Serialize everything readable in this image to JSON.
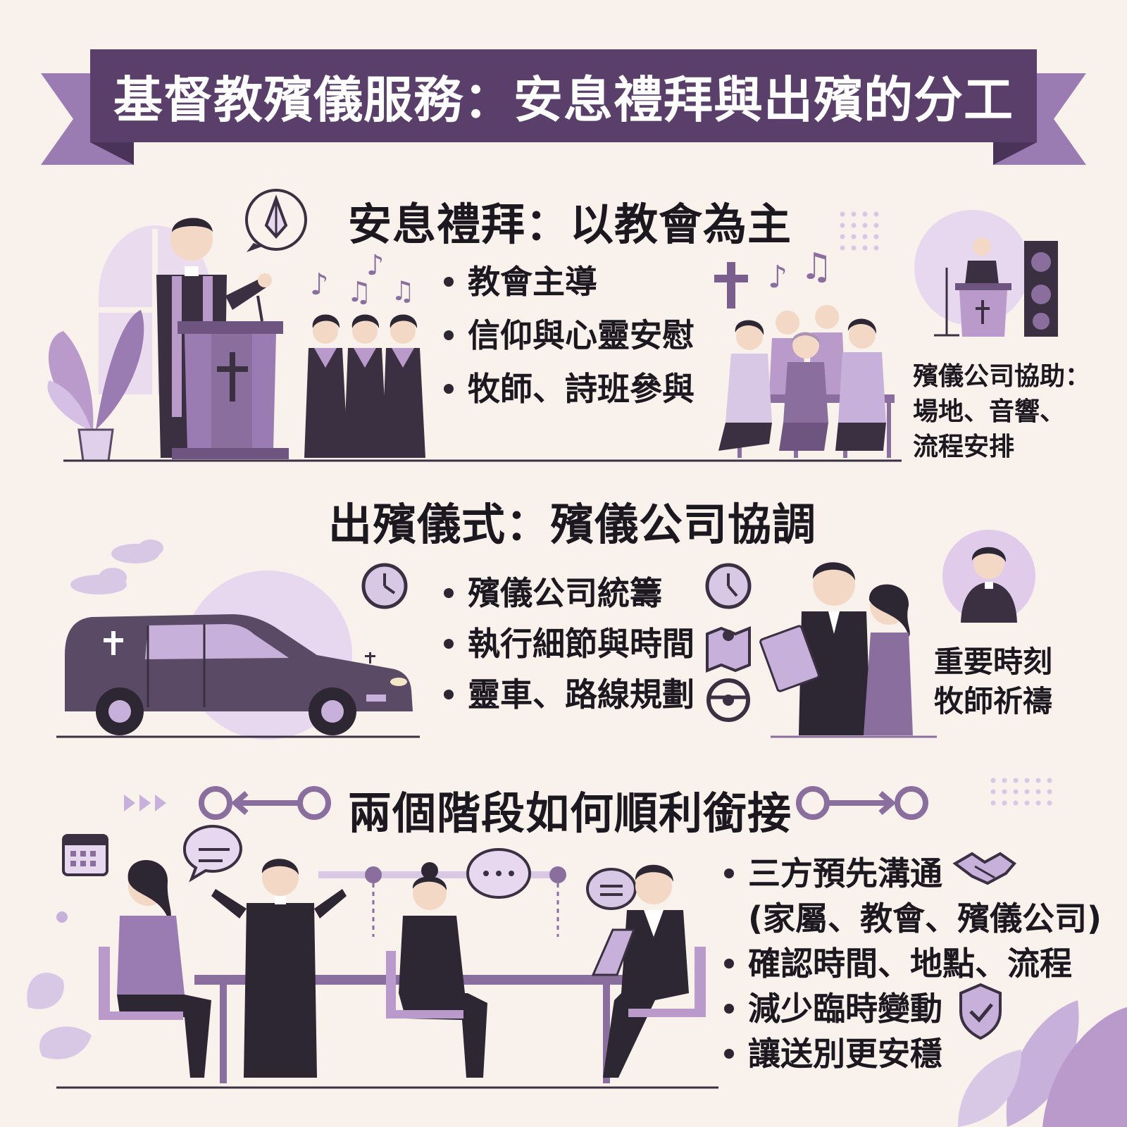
{
  "title": "基督教殯儀服務：安息禮拜與出殯的分工",
  "colors": {
    "background": "#f8f1ec",
    "banner": "#5a3f6b",
    "purple_dark": "#3a3042",
    "purple_mid": "#8a6f9e",
    "purple_light": "#d9c7e6"
  },
  "memorial": {
    "heading": "安息禮拜：以教會為主",
    "bullets": [
      "教會主導",
      "信仰與心靈安慰",
      "牧師、詩班參與"
    ],
    "note_lines": [
      "殯儀公司協助：",
      "場地、音響、",
      "流程安排"
    ]
  },
  "funeral": {
    "heading": "出殯儀式：殯儀公司協調",
    "bullets": [
      "殯儀公司統籌",
      "執行細節與時間",
      "靈車、路線規劃"
    ],
    "note_lines": [
      "重要時刻",
      "牧師祈禱"
    ]
  },
  "connection": {
    "heading": "兩個階段如何順利銜接",
    "bullets": [
      {
        "line1": "三方預先溝通",
        "line2": "(家屬、教會、殯儀公司)"
      },
      {
        "line1": "確認時間、地點、流程"
      },
      {
        "line1": "減少臨時變動"
      },
      {
        "line1": "讓送別更安穩"
      }
    ]
  },
  "icons": {
    "praying": "praying-hands-icon",
    "clock": "clock-icon",
    "map": "map-pin-icon",
    "wheel": "steering-wheel-icon",
    "handshake": "handshake-icon",
    "shield": "shield-check-icon",
    "calendar": "calendar-icon",
    "cross": "cross-icon",
    "music": "music-note-icon"
  }
}
